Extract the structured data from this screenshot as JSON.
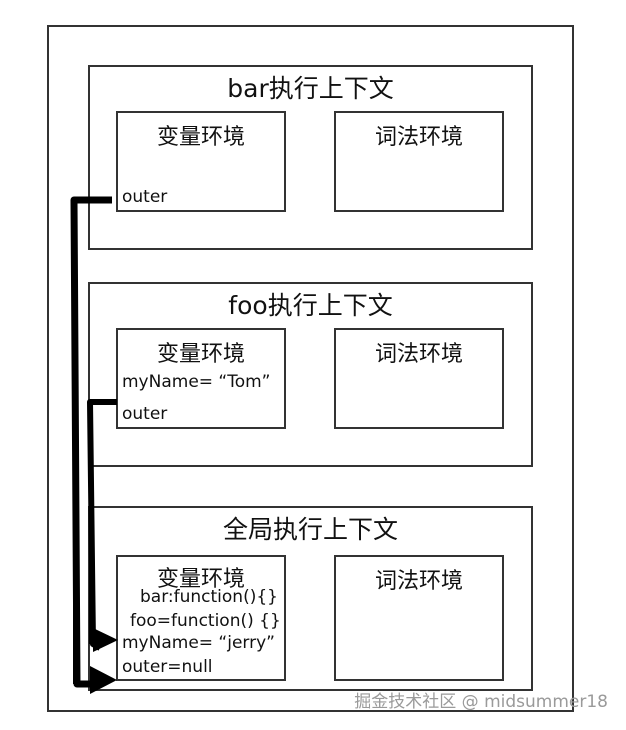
{
  "contexts": {
    "bar": {
      "title": "bar执行上下文",
      "variable_env": {
        "title": "变量环境",
        "outer": "outer"
      },
      "lexical_env": {
        "title": "词法环境"
      }
    },
    "foo": {
      "title": "foo执行上下文",
      "variable_env": {
        "title": "变量环境",
        "myName": "myName= “Tom”",
        "outer": "outer"
      },
      "lexical_env": {
        "title": "词法环境"
      }
    },
    "global": {
      "title": "全局执行上下文",
      "variable_env": {
        "title": "变量环境",
        "bar": "bar:function(){}",
        "foo": "foo=function()  {}",
        "myName": "myName= “jerry”",
        "outer": "outer=null"
      },
      "lexical_env": {
        "title": "词法环境"
      }
    }
  },
  "watermark": "掘金技术社区 @ midsummer18"
}
